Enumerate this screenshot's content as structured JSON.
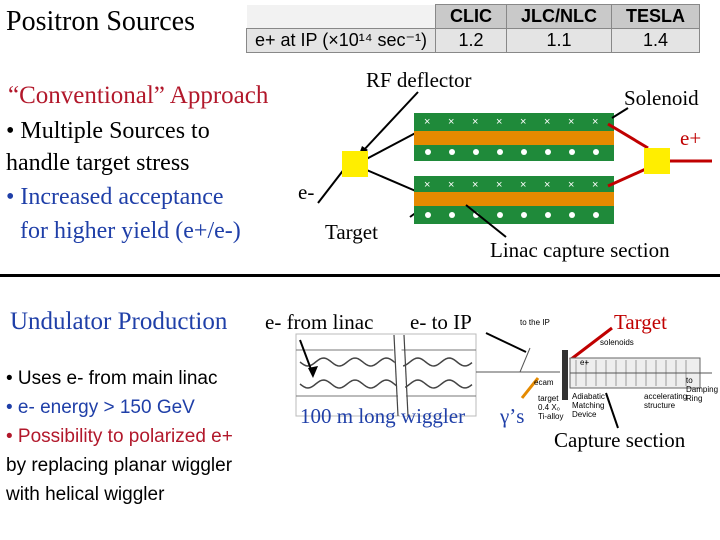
{
  "title": "Positron Sources",
  "table": {
    "columns": [
      "CLIC",
      "JLC/NLC",
      "TESLA"
    ],
    "row_label": "e+ at IP (×10¹⁴ sec⁻¹)",
    "values": [
      "1.2",
      "1.1",
      "1.4"
    ]
  },
  "conventional": {
    "heading": "“Conventional” Approach",
    "bullets": [
      "• Multiple Sources to",
      "handle target stress",
      "• Increased acceptance",
      "  for higher yield (e+/e-)"
    ],
    "labels": {
      "rf_deflector": "RF deflector",
      "solenoid": "Solenoid",
      "eplus": "e+",
      "eminus": "e-",
      "target": "Target",
      "linac_capture": "Linac capture section"
    }
  },
  "undulator": {
    "heading": "Undulator Production",
    "labels": {
      "e_from_linac": "e- from linac",
      "e_to_ip": "e- to IP",
      "target": "Target",
      "wiggler": "100 m long wiggler",
      "gammas": "γ’s",
      "capture": "Capture section"
    },
    "bullets": [
      "• Uses e- from main linac",
      "• e- energy > 150 GeV",
      "• Possibility to polarized e+",
      "by replacing planar wiggler",
      "with helical wiggler"
    ],
    "schematic_labels": {
      "to_ip": "to the IP",
      "solenoids": "solenoids",
      "eplus": "e+",
      "target_note": "target 0.4 X₀ Ti-alloy",
      "amd": "Adiabatic Matching Device",
      "accel": "accelerating structure",
      "damping": "to Damping Ring",
      "ecam": "ecam"
    }
  },
  "colors": {
    "red": "#c00000",
    "blue": "#1f3fa8",
    "orange": "#e58a00",
    "green": "#1f8a3a",
    "yellow": "#ffee00"
  }
}
